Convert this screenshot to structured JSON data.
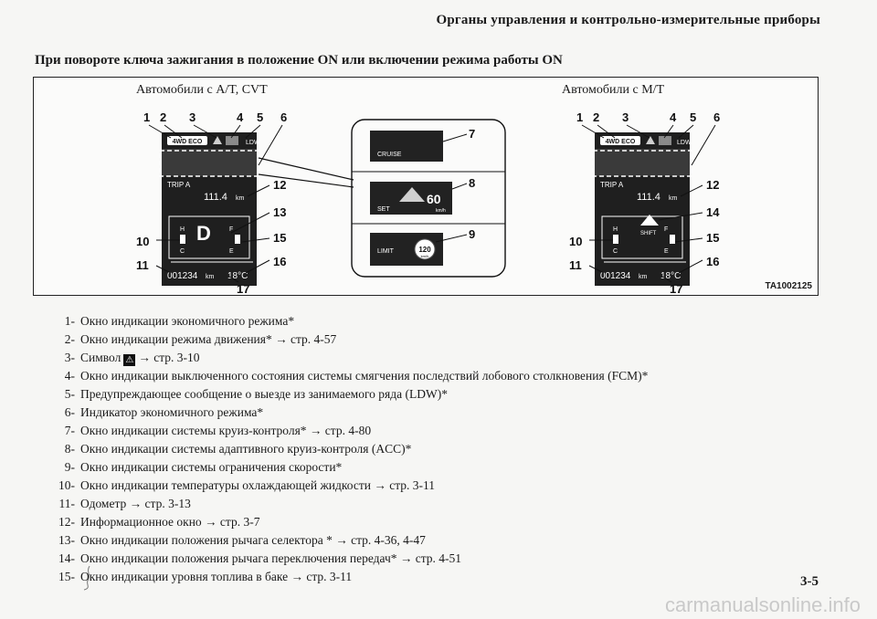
{
  "header": {
    "section_title": "Органы управления и контрольно-измерительные приборы"
  },
  "heading": "При повороте ключа зажигания в положение ON или включении режима работы ON",
  "figure": {
    "caption_left": "Автомобили с A/T, CVT",
    "caption_right": "Автомобили с M/T",
    "code": "TA1002125",
    "left_cluster": {
      "callouts_top": [
        "1",
        "2",
        "3",
        "4",
        "5",
        "6"
      ],
      "callouts_right": [
        "12",
        "13",
        "15",
        "16"
      ],
      "callouts_left": [
        "10",
        "11"
      ],
      "callout_bottom": "17",
      "eco_badge": "4WD ECO",
      "ldw_label": "LDW",
      "trip_label": "TRIP A",
      "trip_value": "111.4",
      "trip_unit": "km",
      "gear": "D",
      "odometer": "001234",
      "odo_unit": "km",
      "temperature": "18°C",
      "gauge_h": "H",
      "gauge_c": "C",
      "gauge_f": "F",
      "gauge_e": "E"
    },
    "right_cluster": {
      "callouts_top": [
        "1",
        "2",
        "3",
        "4",
        "5",
        "6"
      ],
      "callouts_right": [
        "12",
        "14",
        "15",
        "16"
      ],
      "callouts_left": [
        "10",
        "11"
      ],
      "callout_bottom": "17",
      "eco_badge": "4WD ECO",
      "ldw_label": "LDW",
      "trip_label": "TRIP A",
      "trip_value": "111.4",
      "trip_unit": "km",
      "shift_label": "SHIFT",
      "odometer": "001234",
      "odo_unit": "km",
      "temperature": "18°C",
      "gauge_h": "H",
      "gauge_c": "C",
      "gauge_f": "F",
      "gauge_e": "E"
    },
    "panels": {
      "p7": {
        "callout": "7",
        "label": "CRUISE"
      },
      "p8": {
        "callout": "8",
        "speed": "60",
        "unit": "km/h",
        "label": "SET"
      },
      "p9": {
        "callout": "9",
        "speed": "120",
        "unit": "km/h",
        "label": "LIMIT"
      }
    }
  },
  "legend": [
    {
      "num": "1-",
      "text": "Окно индикации экономичного режима*"
    },
    {
      "num": "2-",
      "text": "Окно индикации режима движения* → стр. 4-57"
    },
    {
      "num": "3-",
      "pre": "Символ",
      "icon": "warning-symbol",
      "icon_glyph": "⚠",
      "text": "→ стр. 3-10"
    },
    {
      "num": "4-",
      "text": "Окно индикации выключенного состояния системы смягчения последствий лобового столкновения (FCM)*"
    },
    {
      "num": "5-",
      "text": "Предупреждающее сообщение о выезде из занимаемого ряда (LDW)*"
    },
    {
      "num": "6-",
      "text": "Индикатор экономичного режима*"
    },
    {
      "num": "7-",
      "text": "Окно индикации системы круиз-контроля* → стр. 4-80"
    },
    {
      "num": "8-",
      "text": "Окно индикации системы адаптивного круиз-контроля (ACC)*"
    },
    {
      "num": "9-",
      "text": "Окно индикации системы ограничения скорости*"
    },
    {
      "num": "10-",
      "text": "Окно индикации температуры охлаждающей жидкости → стр. 3-11"
    },
    {
      "num": "11-",
      "text": "Одометр → стр. 3-13"
    },
    {
      "num": "12-",
      "text": "Информационное окно → стр. 3-7"
    },
    {
      "num": "13-",
      "text": "Окно индикации положения рычага селектора * → стр. 4-36, 4-47"
    },
    {
      "num": "14-",
      "text": "Окно индикации положения рычага переключения передач* → стр. 4-51"
    },
    {
      "num": "15-",
      "text": "Окно индикации уровня топлива в баке → стр. 3-11"
    }
  ],
  "page_number": "3-5",
  "watermark": "carmanualsonline.info"
}
